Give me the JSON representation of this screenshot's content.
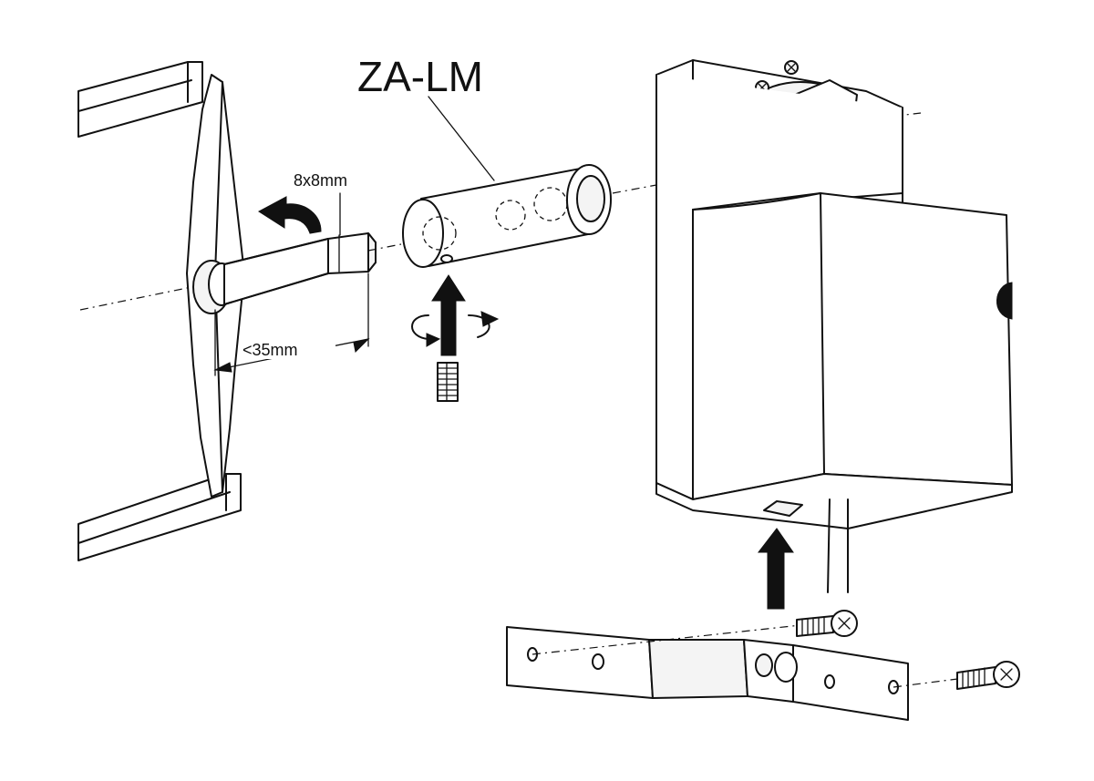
{
  "labels": {
    "part_name": "ZA-LM",
    "shaft_size": "8x8mm",
    "shaft_length": "<35mm"
  }
}
